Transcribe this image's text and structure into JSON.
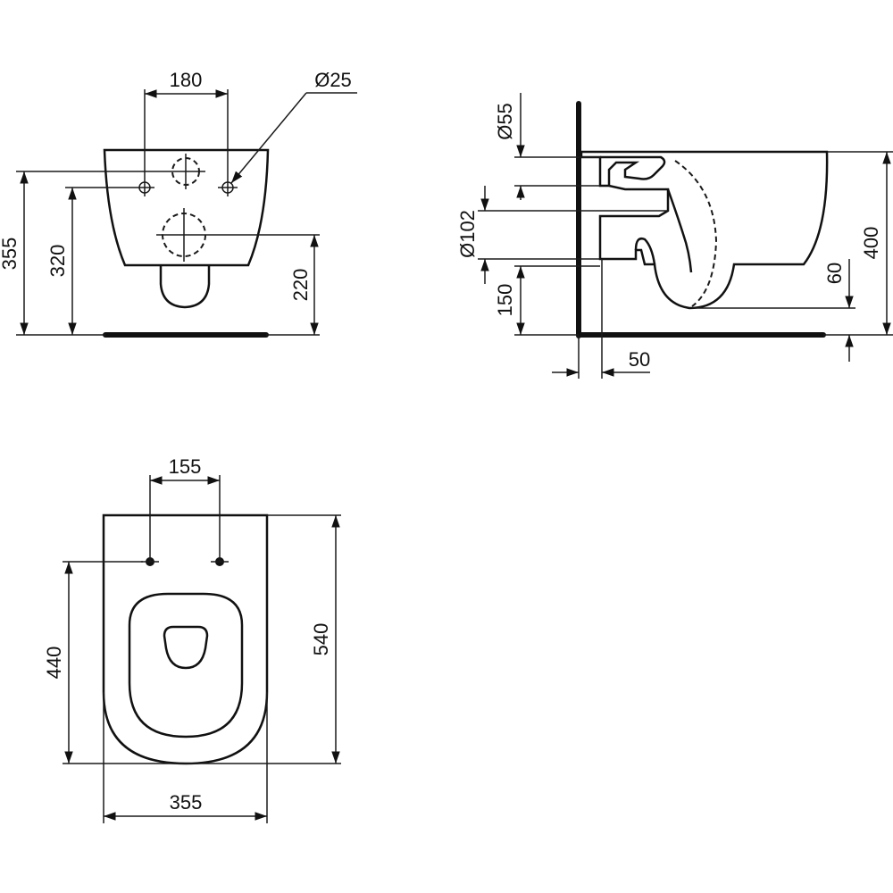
{
  "front_view": {
    "hole_spacing": "180",
    "hole_diameter": "Ø25",
    "overall_height": "355",
    "fixing_height": "320",
    "outlet_height": "220"
  },
  "side_view": {
    "inlet_diameter": "Ø55",
    "outlet_diameter": "Ø102",
    "outlet_height": "150",
    "wall_offset": "50",
    "rim_height": "400",
    "bowl_offset": "60"
  },
  "top_view": {
    "fixing_spacing": "155",
    "fixing_depth": "440",
    "overall_length": "540",
    "overall_width": "355"
  }
}
